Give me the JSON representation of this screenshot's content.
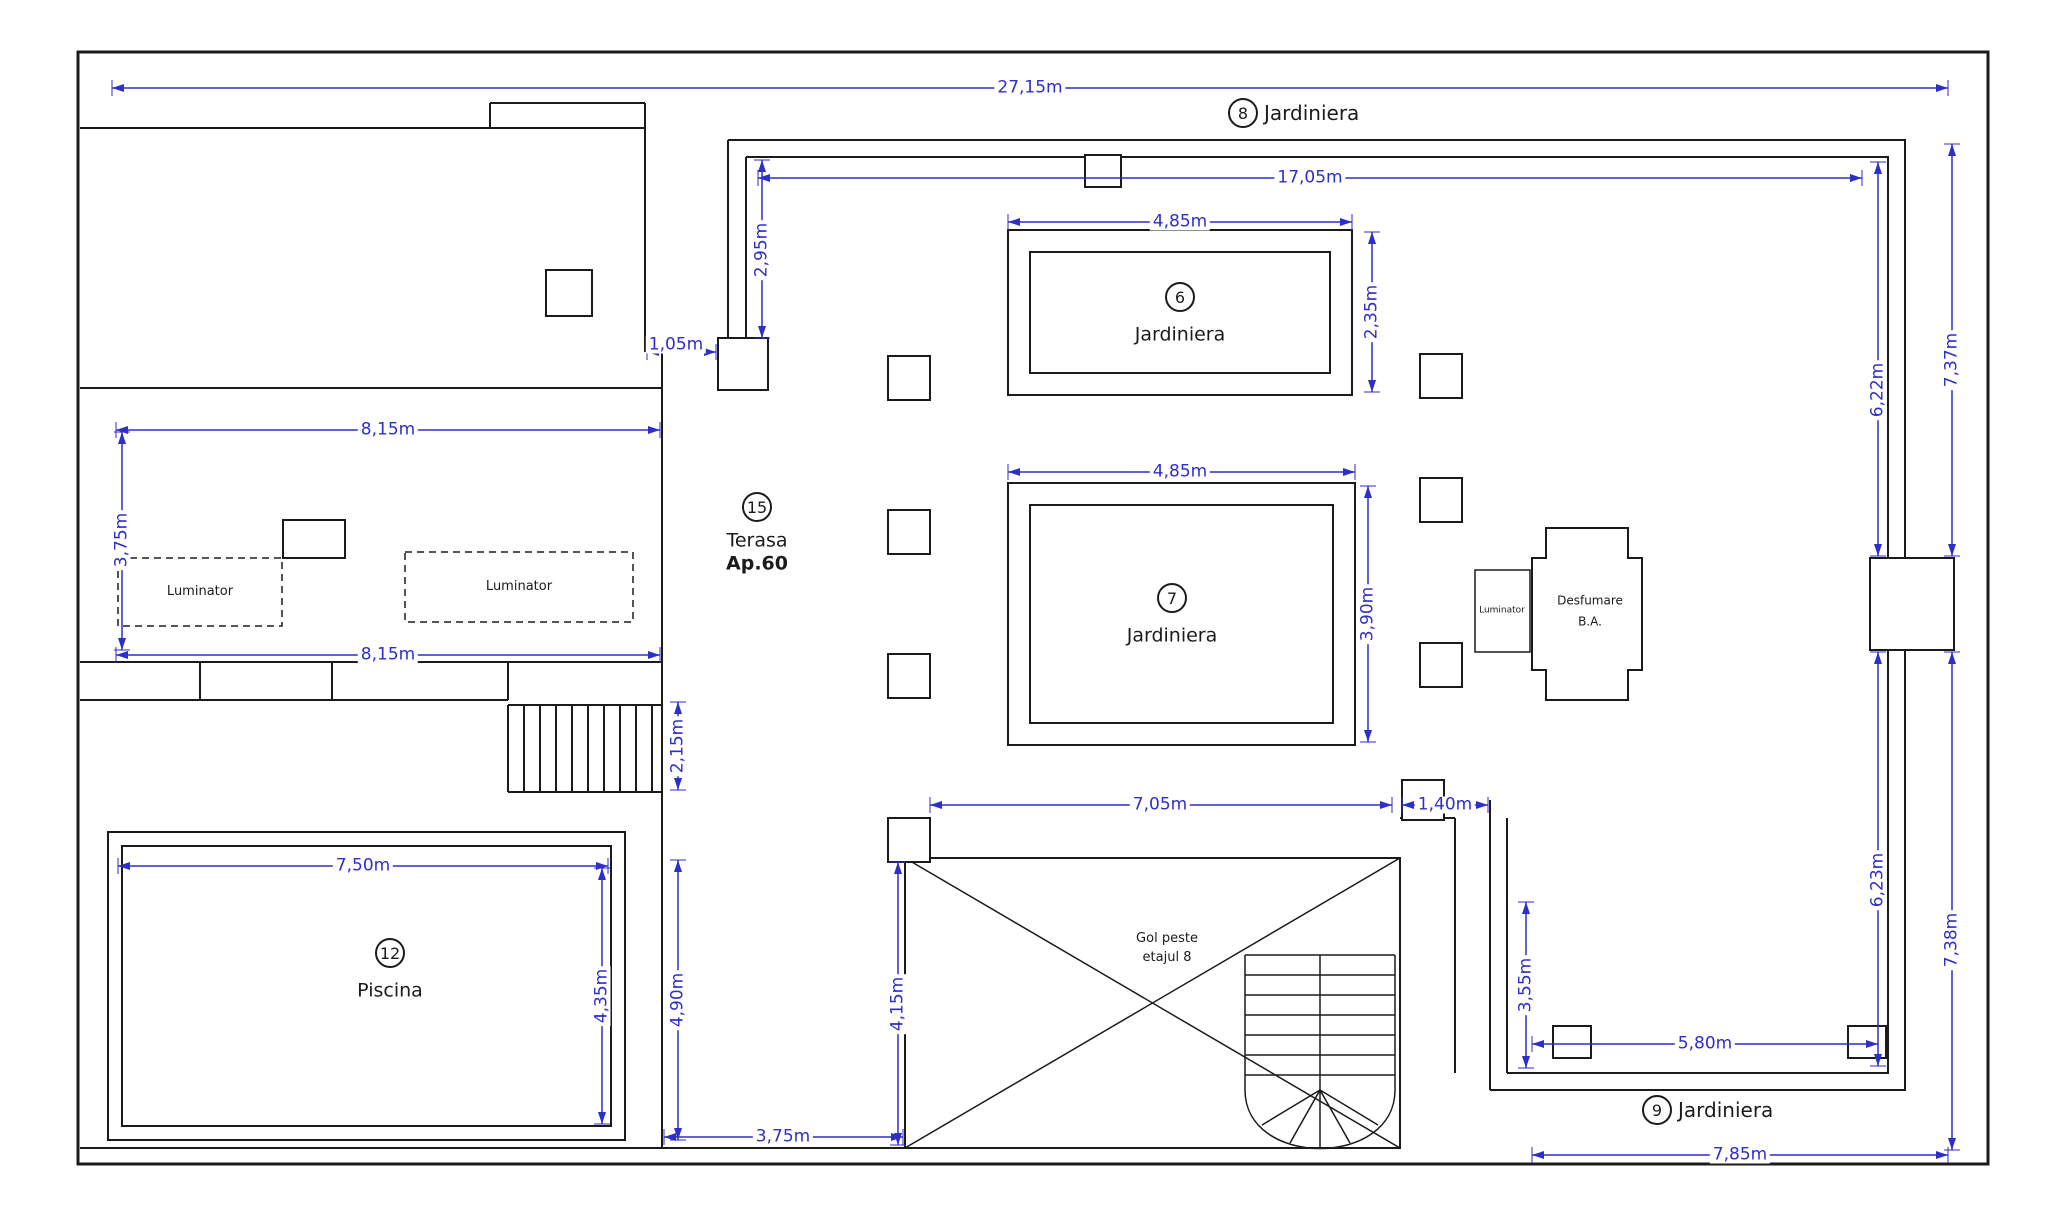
{
  "labels": {
    "jardiniera8": {
      "number": "8",
      "text": "Jardiniera"
    },
    "jardiniera6": {
      "number": "6",
      "text": "Jardiniera"
    },
    "jardiniera7": {
      "number": "7",
      "text": "Jardiniera"
    },
    "jardiniera9": {
      "number": "9",
      "text": "Jardiniera"
    },
    "terasa": {
      "number": "15",
      "line1": "Terasa",
      "line2": "Ap.60"
    },
    "piscina": {
      "number": "12",
      "text": "Piscina"
    },
    "luminator1": "Luminator",
    "luminator2": "Luminator",
    "luminator3": "Luminator",
    "desfumare": {
      "line1": "Desfumare",
      "line2": "B.A."
    },
    "void": {
      "line1": "Gol peste",
      "line2": "etajul 8"
    }
  },
  "dimensions": {
    "top_total": "27,15m",
    "terrace_top": "17,05m",
    "channel_left": "2,95m",
    "gap_top_left": "1,05m",
    "j6_width": "4,85m",
    "j6_height": "2,35m",
    "j7_width": "4,85m",
    "j7_height": "3,90m",
    "left_upper_width": "8,15m",
    "left_height": "3,75m",
    "left_lower_width": "8,15m",
    "stairs_height": "2,15m",
    "pool_width": "7,50m",
    "pool_height": "4,35m",
    "pool_side_height": "4,90m",
    "bottom_left_width": "3,75m",
    "void_width": "7,05m",
    "passage_width": "1,40m",
    "void_height": "4,15m",
    "right_passage_height": "3,55m",
    "bottom_right_inner": "5,80m",
    "bottom_right_total": "7,85m",
    "right_upper_inner": "6,22m",
    "right_lower_inner": "6,23m",
    "right_upper_outer": "7,37m",
    "right_lower_outer": "7,38m"
  },
  "colors": {
    "dimension_blue": "#2e2ec8",
    "line_black": "#1b1b1b",
    "background": "#ffffff"
  }
}
